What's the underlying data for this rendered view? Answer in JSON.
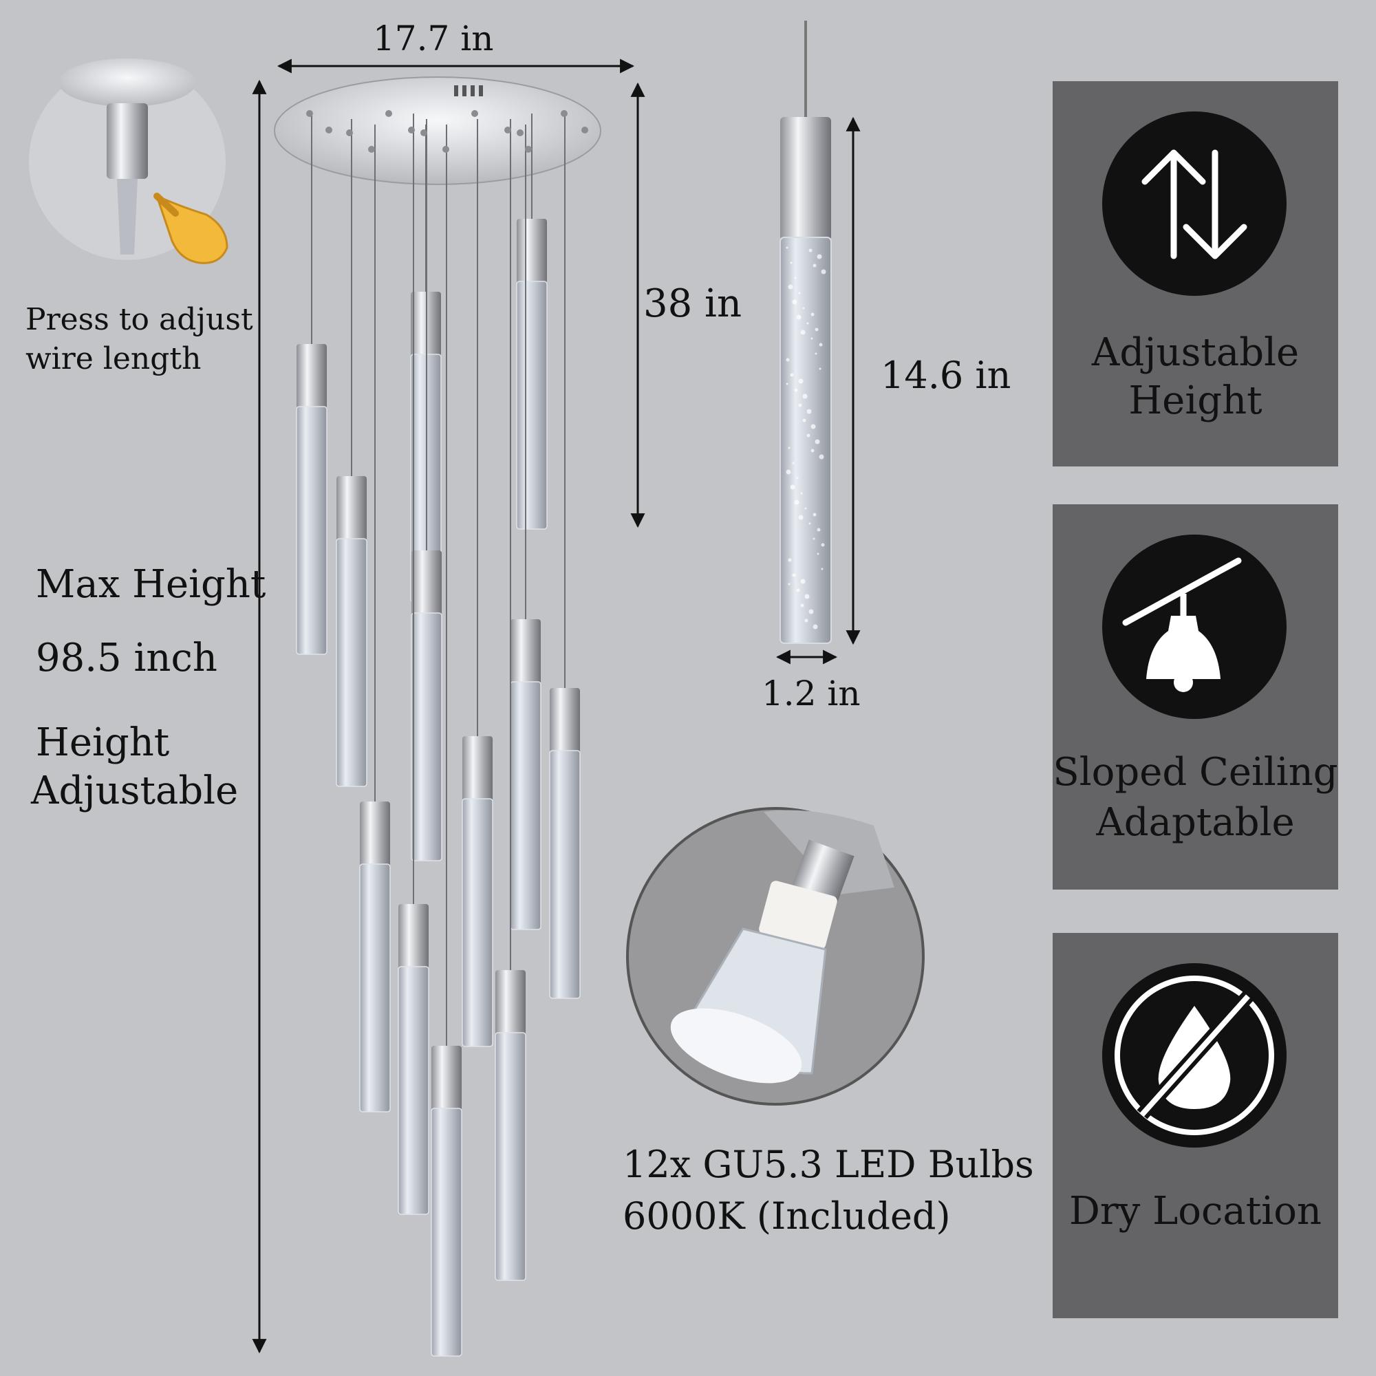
{
  "dimensions": {
    "width": "17.7 in",
    "height_section": "38 in",
    "rod_height": "14.6 in",
    "rod_width": "1.2 in"
  },
  "callouts": {
    "press_line1": "Press to adjust",
    "press_line2": "wire length",
    "max_height_line1": "Max Height",
    "max_height_line2": "98.5 inch",
    "adjustable_line1": "Height",
    "adjustable_line2": "Adjustable",
    "bulbs_line1": "12x GU5.3 LED Bulbs",
    "bulbs_line2": "6000K (Included)"
  },
  "features": [
    {
      "line1": "Adjustable",
      "line2": "Height",
      "icon": "up-down-arrows-icon"
    },
    {
      "line1": "Sloped Ceiling",
      "line2": "Adaptable",
      "icon": "sloped-ceiling-pendant-icon"
    },
    {
      "line1": "",
      "line2": "Dry Location",
      "icon": "no-water-drop-icon"
    }
  ],
  "colors": {
    "background": "#c3c4c8",
    "panel": "#646466",
    "icon_circle": "#111111"
  }
}
